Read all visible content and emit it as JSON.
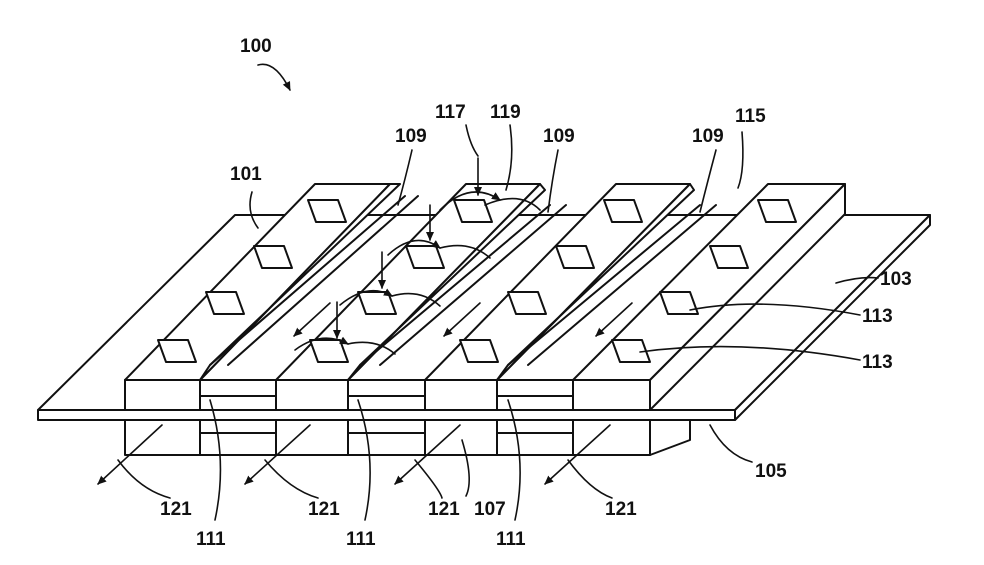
{
  "figure": {
    "labels": {
      "device": "100",
      "top_face": "101",
      "right_face": "103",
      "base_layer": "105",
      "channel_bottom": "107",
      "slot_a": "109",
      "slot_b": "109",
      "slot_c": "109",
      "via_upper": "113",
      "via_lower": "113",
      "slot_edge": "115",
      "inlet": "117",
      "flow_loop": "119",
      "channel_1": "111",
      "channel_2": "111",
      "channel_3": "111",
      "outlet_1": "121",
      "outlet_2": "121",
      "outlet_3": "121",
      "outlet_4": "121"
    },
    "colors": {
      "stroke": "#111111",
      "background": "#ffffff"
    }
  }
}
